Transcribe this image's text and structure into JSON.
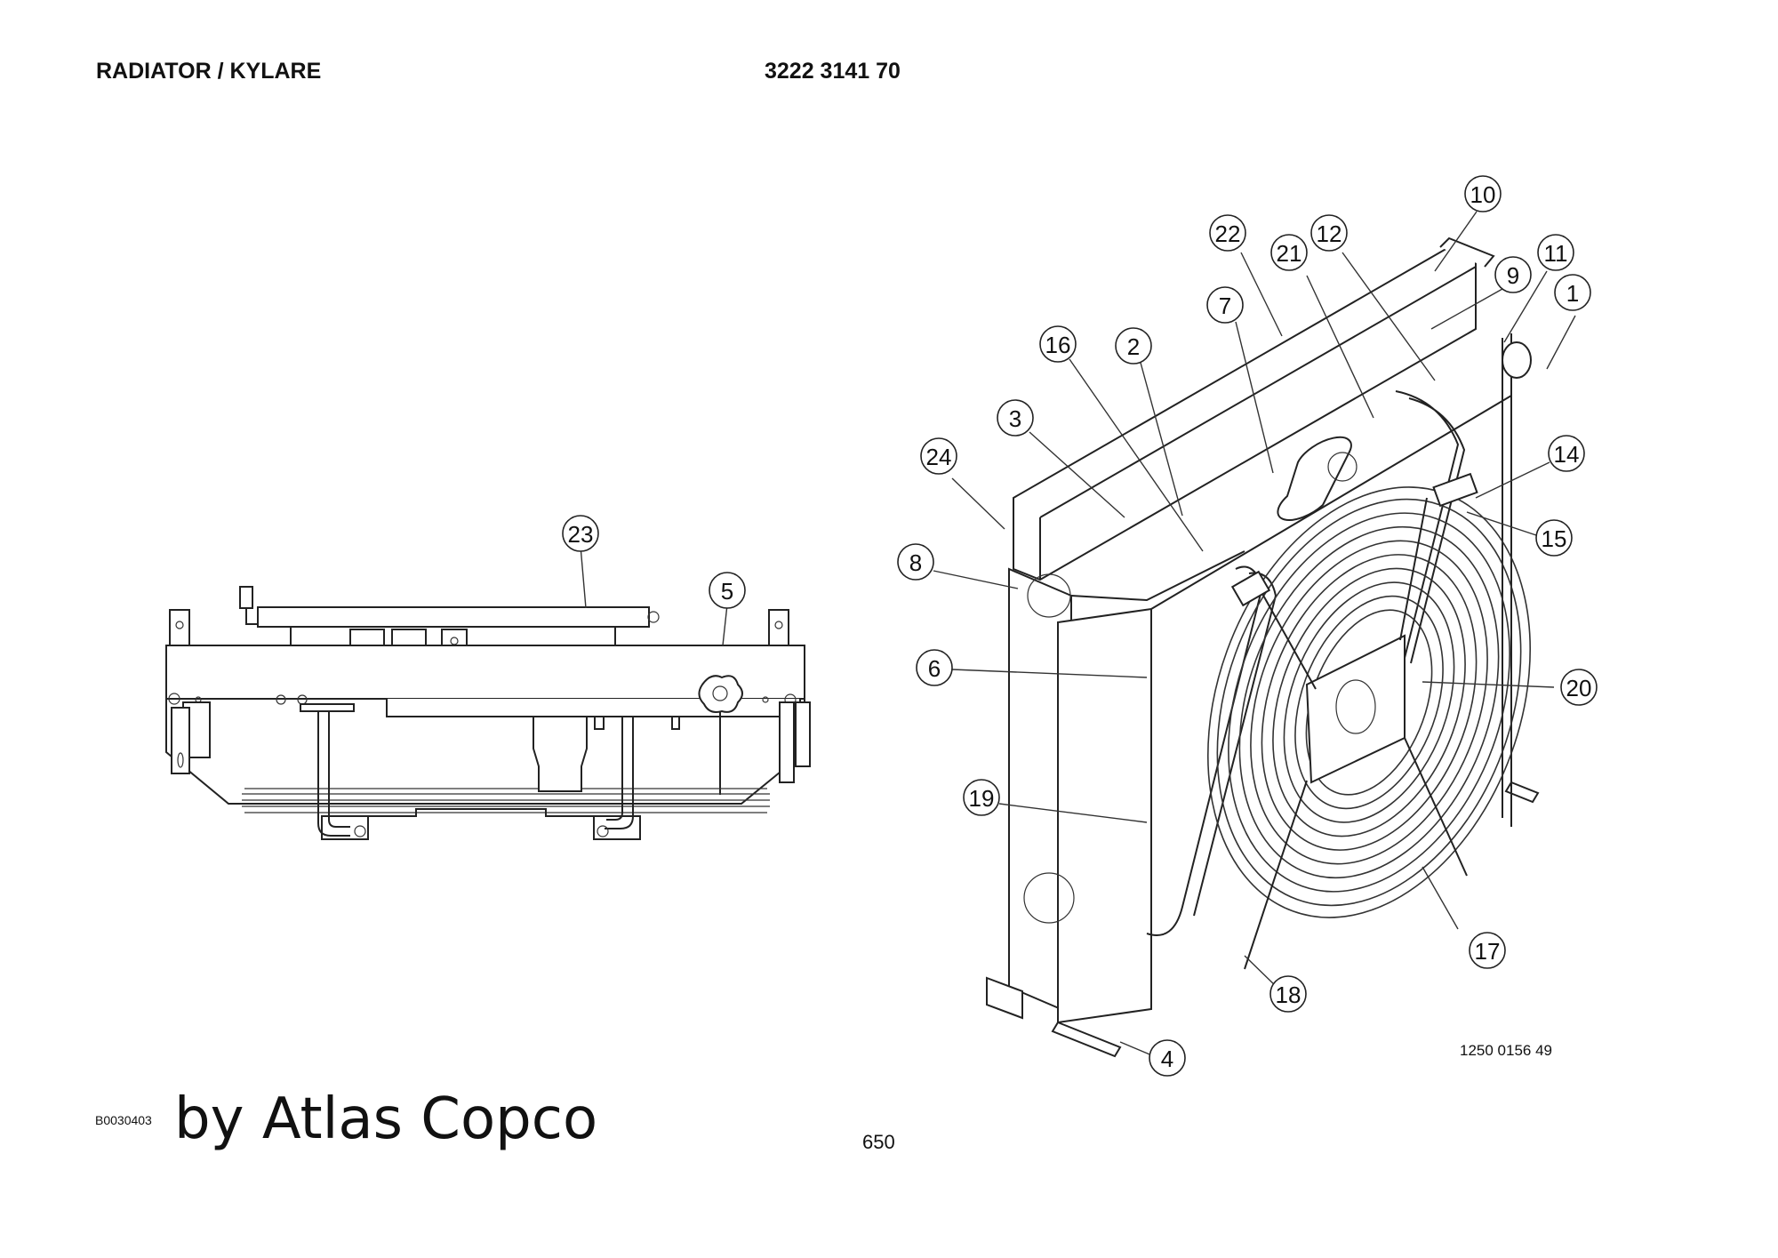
{
  "header": {
    "title": "RADIATOR / KYLARE",
    "part_number": "3222 3141 70"
  },
  "footer": {
    "figure_reference": "1250 0156 49",
    "document_id": "B0030403",
    "brand_text": "by Atlas Copco",
    "page_number": "650"
  },
  "callouts": [
    {
      "label": "23",
      "view": "top"
    },
    {
      "label": "5",
      "view": "top"
    },
    {
      "label": "10",
      "view": "iso"
    },
    {
      "label": "22",
      "view": "iso"
    },
    {
      "label": "21",
      "view": "iso"
    },
    {
      "label": "12",
      "view": "iso"
    },
    {
      "label": "11",
      "view": "iso"
    },
    {
      "label": "9",
      "view": "iso"
    },
    {
      "label": "1",
      "view": "iso"
    },
    {
      "label": "7",
      "view": "iso"
    },
    {
      "label": "16",
      "view": "iso"
    },
    {
      "label": "2",
      "view": "iso"
    },
    {
      "label": "3",
      "view": "iso"
    },
    {
      "label": "24",
      "view": "iso"
    },
    {
      "label": "14",
      "view": "iso"
    },
    {
      "label": "15",
      "view": "iso"
    },
    {
      "label": "8",
      "view": "iso"
    },
    {
      "label": "6",
      "view": "iso"
    },
    {
      "label": "20",
      "view": "iso"
    },
    {
      "label": "19",
      "view": "iso"
    },
    {
      "label": "17",
      "view": "iso"
    },
    {
      "label": "18",
      "view": "iso"
    },
    {
      "label": "4",
      "view": "iso"
    }
  ]
}
